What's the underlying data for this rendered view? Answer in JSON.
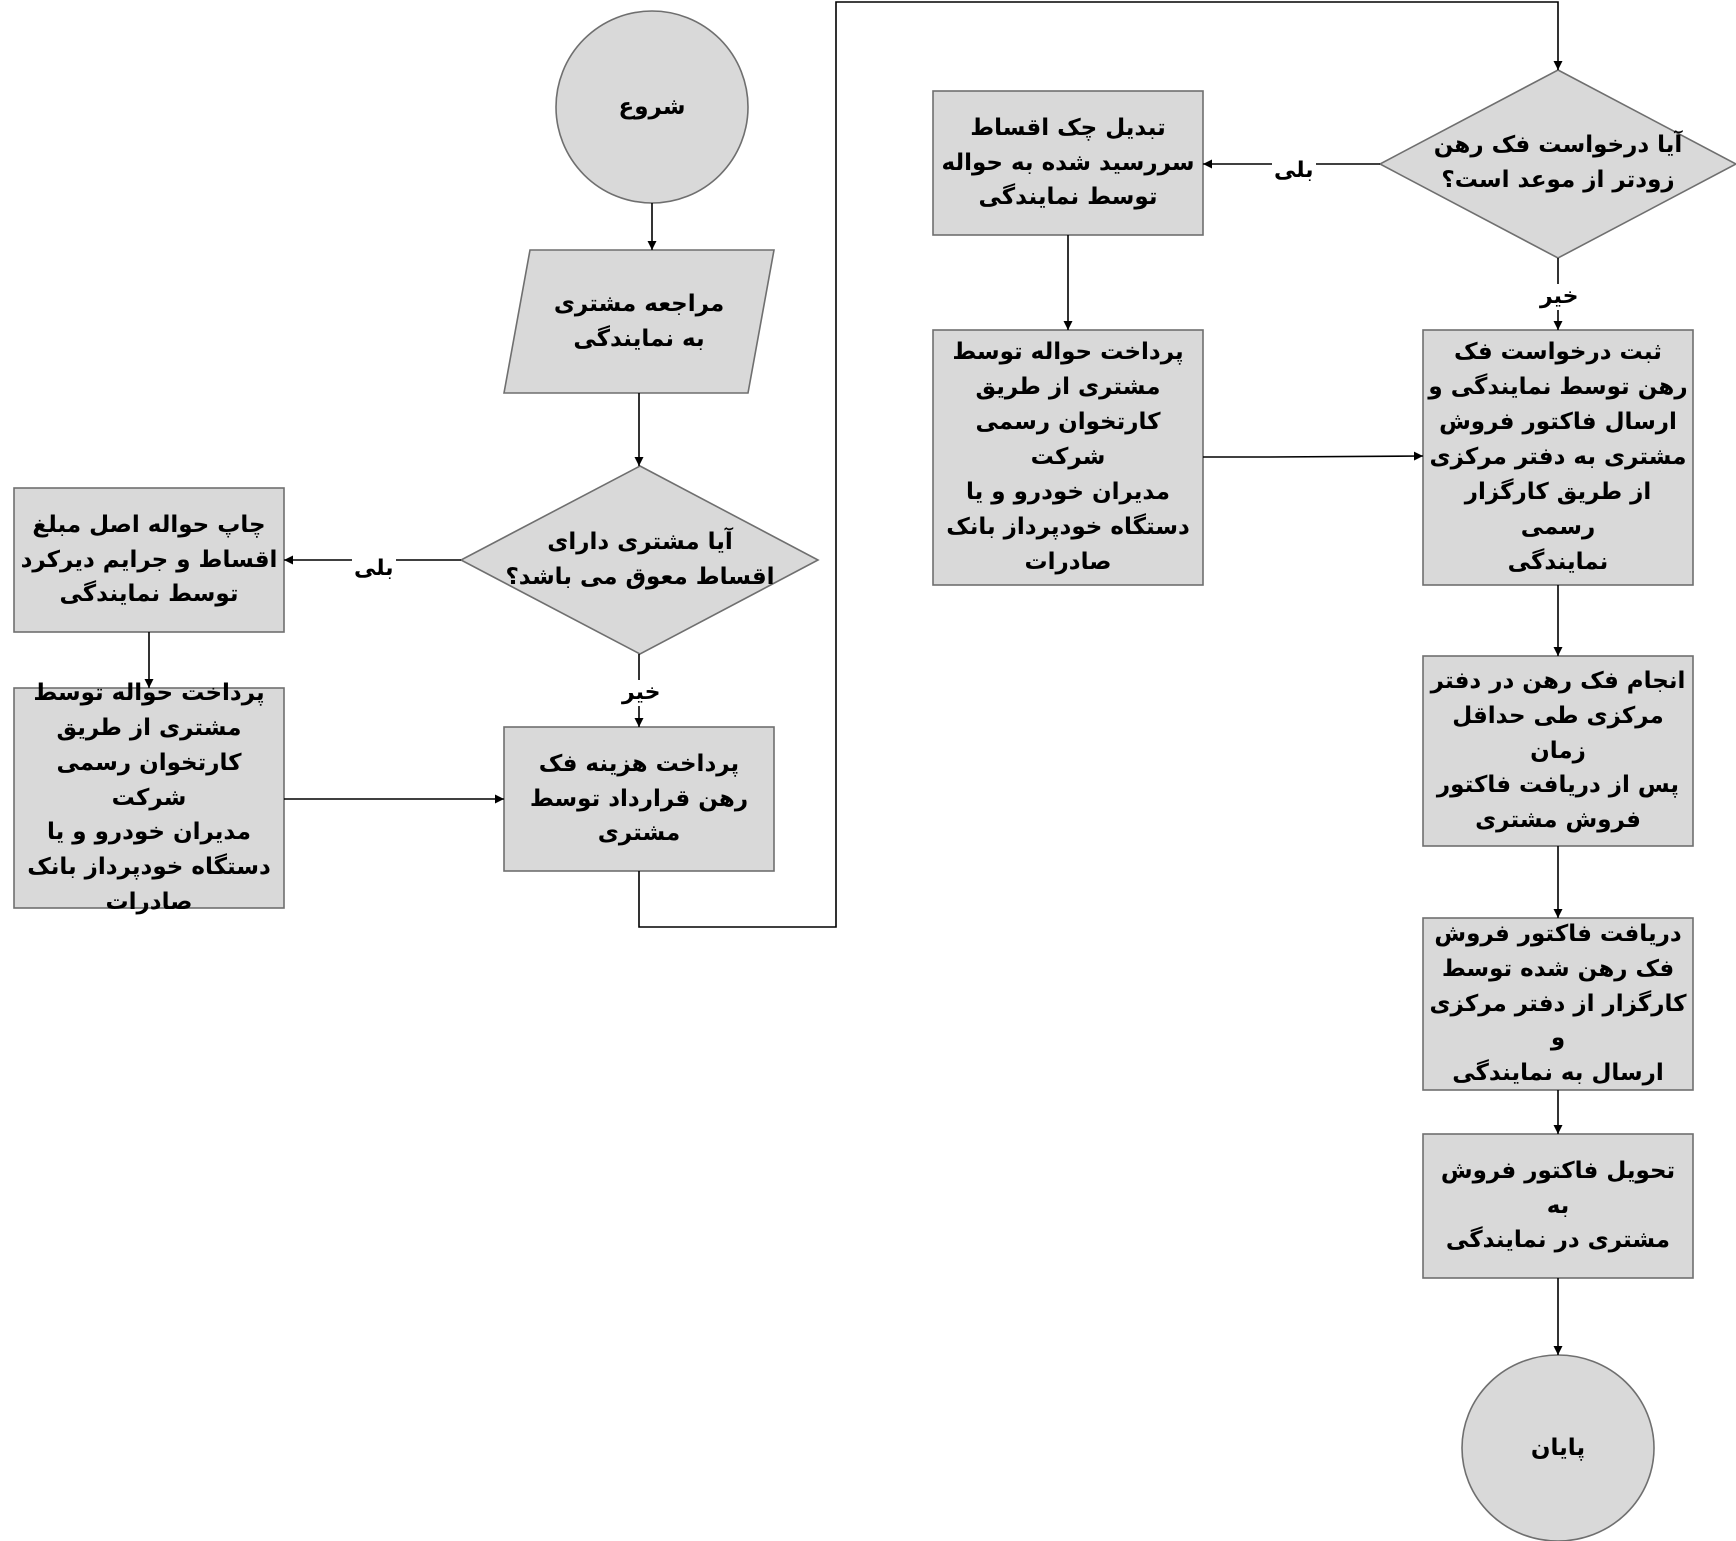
{
  "flowchart": {
    "start": "شروع",
    "customer_visit": "مراجعه مشتری\nبه نمایندگی",
    "overdue_question": "آیا مشتری دارای\nاقساط معوق می باشد؟",
    "print_transfer": "چاپ حواله اصل مبلغ\nاقساط و جرایم دیرکرد\nتوسط نمایندگی",
    "pay_transfer_left": "پرداخت حواله توسط\nمشتری از طریق\nکارتخوان رسمی شرکت\nمدیران خودرو و یا\nدستگاه خودپرداز بانک\nصادرات",
    "pay_release_fee": "پرداخت هزینه فک\nرهن قرارداد توسط\nمشتری",
    "early_release_question": "آیا درخواست فک رهن\nزودتر از موعد است؟",
    "convert_cheques": "تبدیل چک اقساط\nسررسید شده به حواله\nتوسط نمایندگی",
    "pay_transfer_middle": "پرداخت حواله توسط\nمشتری از طریق\nکارتخوان رسمی شرکت\nمدیران خودرو و یا\nدستگاه خودپرداز بانک\nصادرات",
    "register_request": "ثبت درخواست فک\nرهن توسط نمایندگی و\nارسال فاکتور فروش\nمشتری به دفتر مرکزی\nاز طریق کارگزار رسمی\nنمایندگی",
    "perform_release": "انجام فک رهن در دفتر\nمرکزی طی حداقل زمان\nپس از دریافت فاکتور\nفروش مشتری",
    "receive_invoice": "دریافت فاکتور فروش\nفک رهن شده توسط\nکارگزار از دفتر مرکزی و\nارسال به نمایندگی",
    "deliver_invoice": "تحویل فاکتور فروش به\nمشتری در نمایندگی",
    "end": "پایان"
  },
  "edges": {
    "yes_overdue": "بلی",
    "no_overdue": "خیر",
    "yes_early": "بلی",
    "no_early": "خیر"
  },
  "colors": {
    "shape_fill": "#d9d9d9",
    "shape_stroke": "#6f6f6f",
    "connector": "#000000"
  }
}
